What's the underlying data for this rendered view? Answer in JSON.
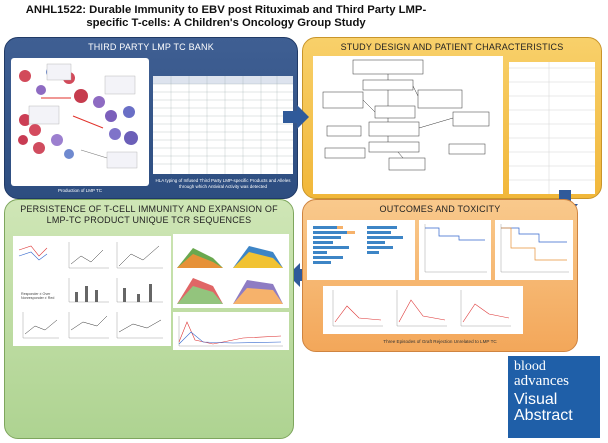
{
  "title": "ANHL1522: Durable Immunity to EBV post Rituximab and Third Party LMP-specific T-cells: A Children's Oncology Group Study",
  "panels": {
    "bank": {
      "title": "THIRD PARTY LMP TC BANK",
      "caption_left": "Production of LMP TC",
      "caption_right": "HLA typing of Infused Third Party LMP-specific Products and Alleles through which Antiviral Activity was detected"
    },
    "design": {
      "title": "STUDY DESIGN AND PATIENT CHARACTERISTICS"
    },
    "persistence": {
      "title": "PERSISTENCE OF T-CELL IMMUNITY AND EXPANSION OF LMP-TC PRODUCT UNIQUE TCR SEQUENCES",
      "label": "Responder ≠ Over\nNonresponder ≠ Red"
    },
    "outcomes": {
      "title": "OUTCOMES AND TOXICITY",
      "caption": "Three Episodes of Graft Rejection Unrelated to LMP TC"
    }
  },
  "logo": {
    "line1": "blood",
    "line2": "advances",
    "line3": "Visual",
    "line4": "Abstract"
  },
  "colors": {
    "blue_panel": "#2d4d80",
    "yellow_panel": "#f1b73a",
    "green_panel": "#aed391",
    "orange_panel": "#f3a75a",
    "logo": "#1f5fa8"
  }
}
